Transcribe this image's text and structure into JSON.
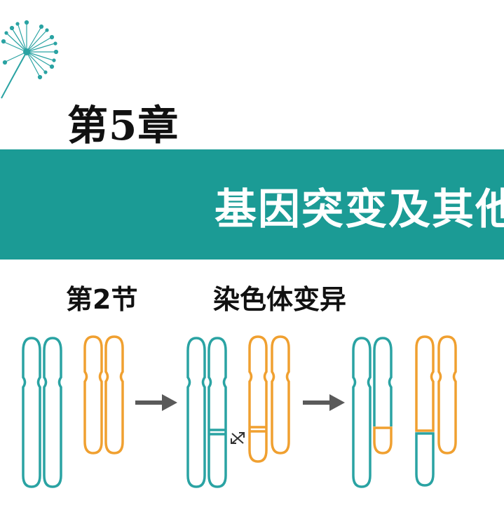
{
  "chapter": "第5章",
  "banner_title": "基因突变及其他",
  "section_number": "第2节",
  "section_title": "染色体变异",
  "colors": {
    "teal": "#1b9b95",
    "chromosome_teal": "#2aa3a3",
    "chromosome_orange": "#f0a030",
    "arrow": "#5a5a5a"
  },
  "icons": [
    "dandelion-icon",
    "arrow-right-icon",
    "exchange-icon"
  ]
}
